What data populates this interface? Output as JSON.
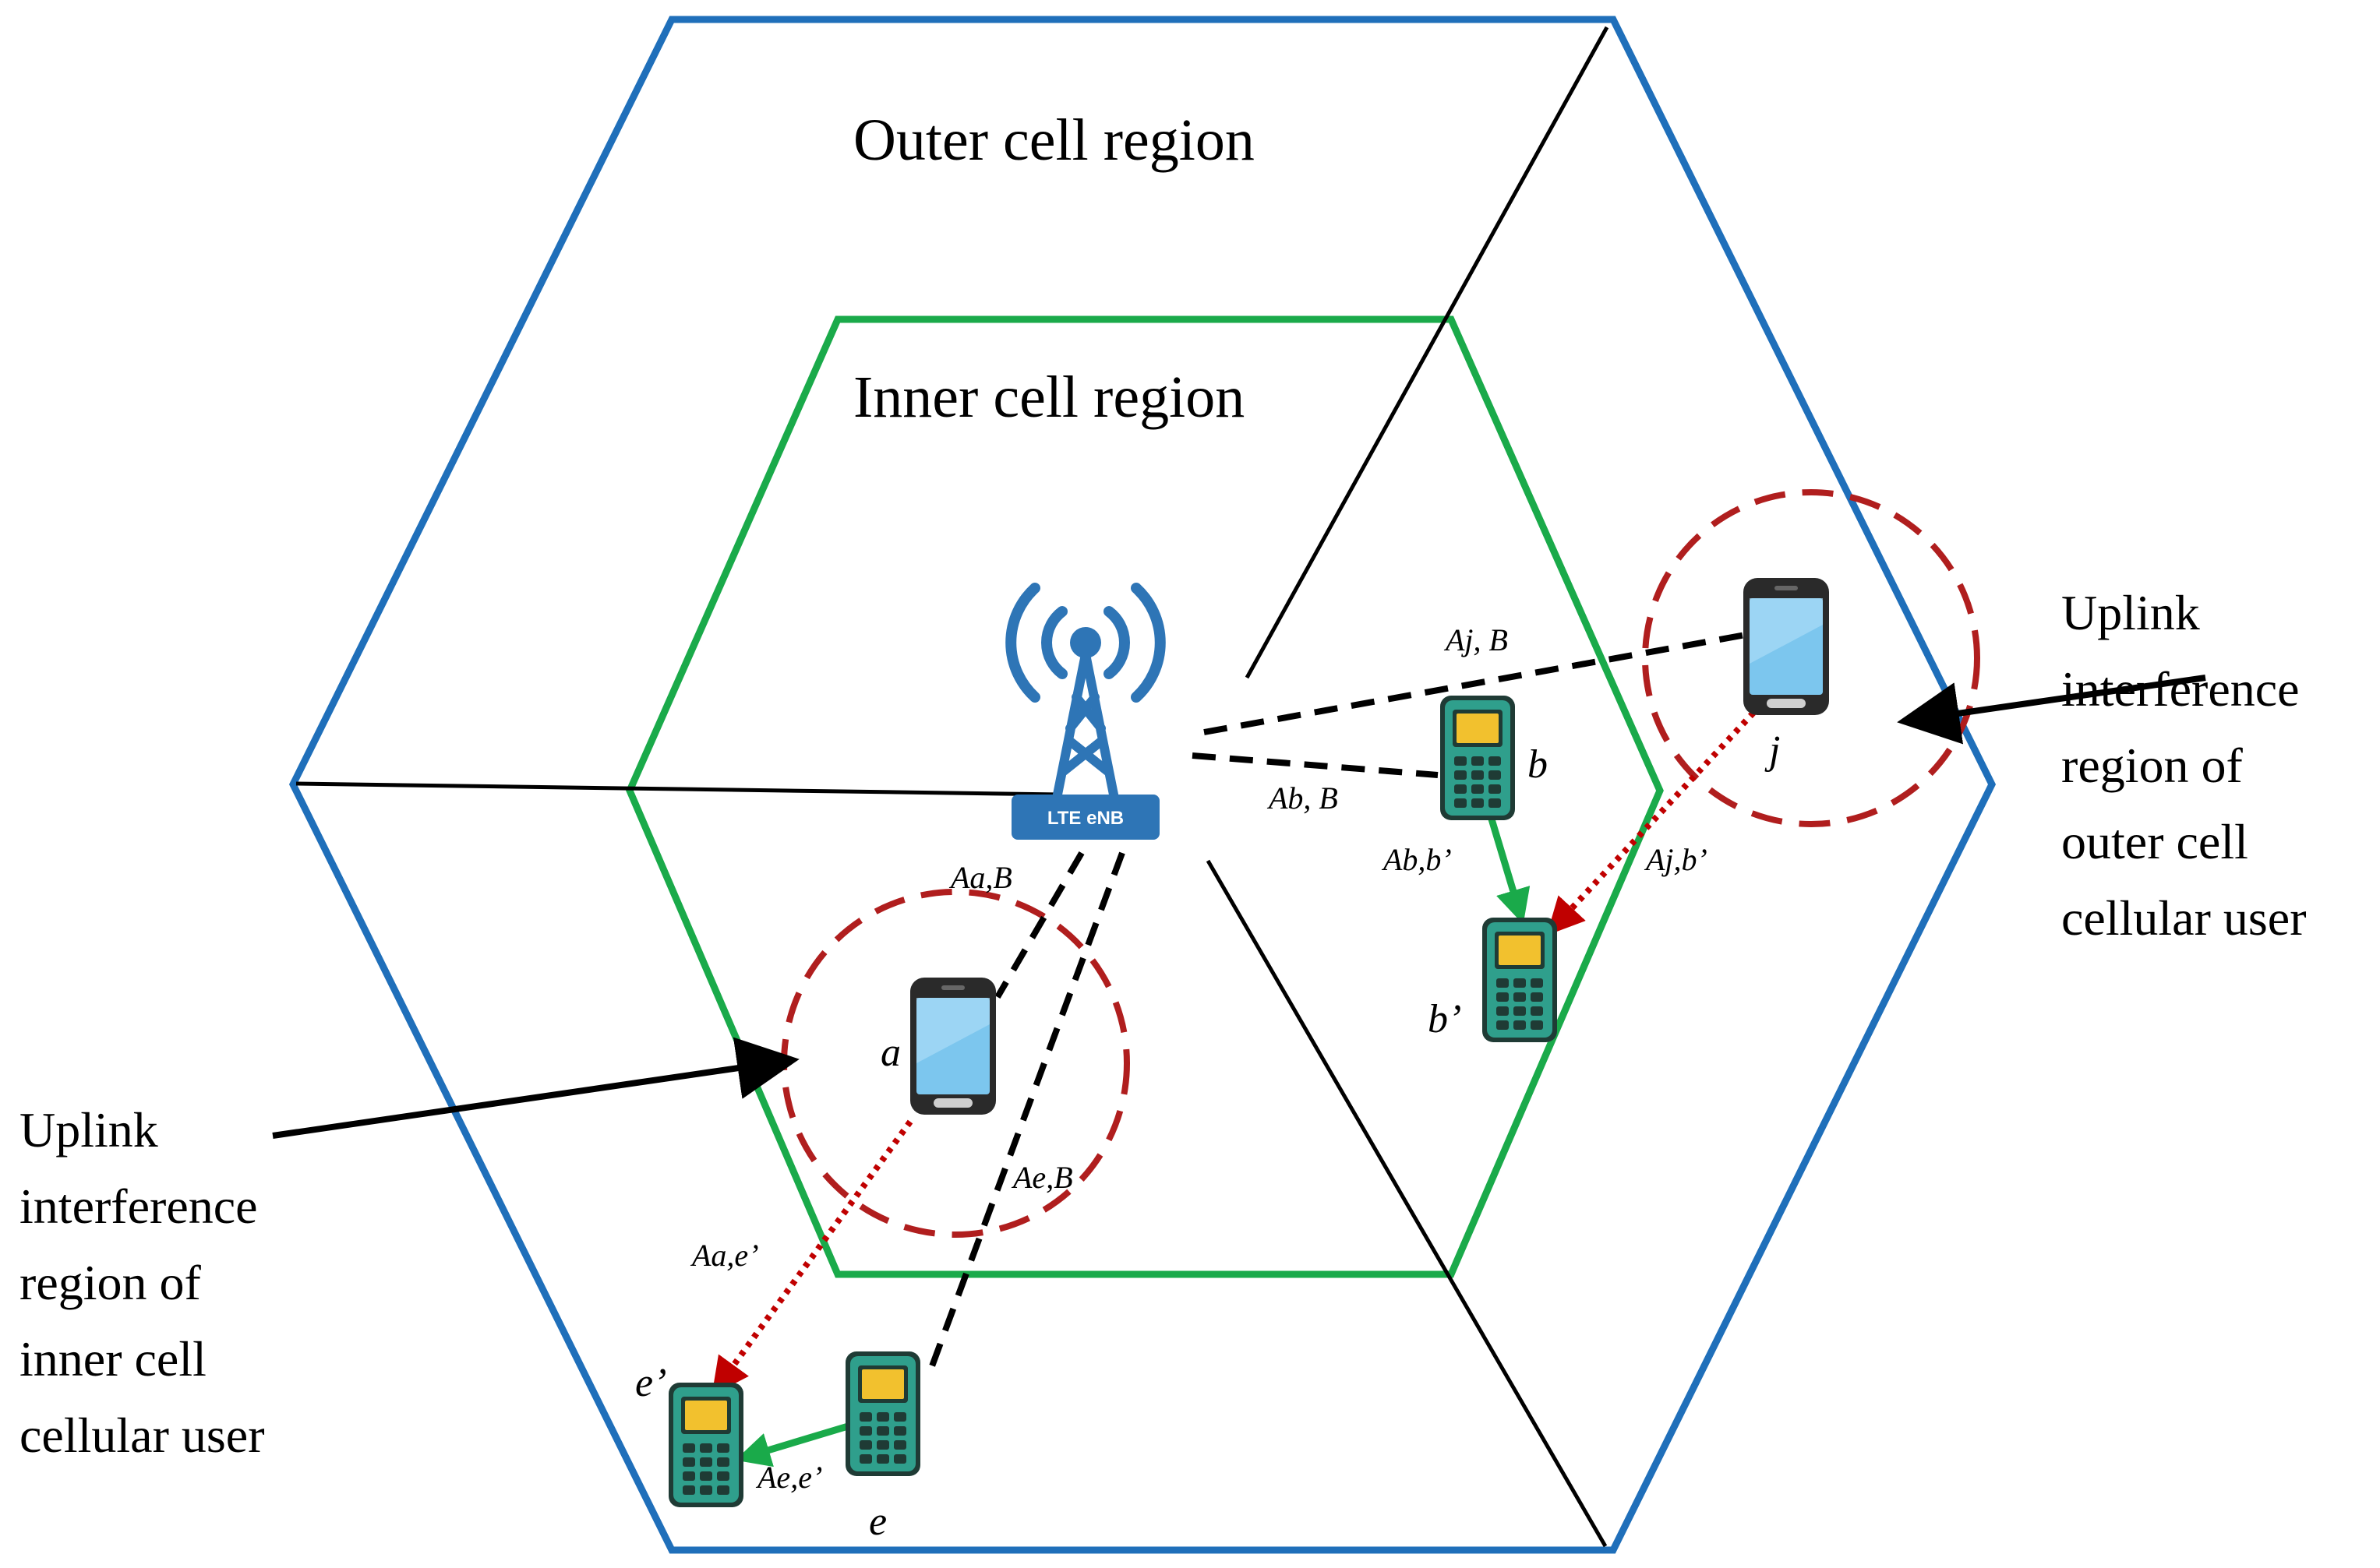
{
  "regions": {
    "outer": "Outer cell region",
    "inner": "Inner cell region"
  },
  "base_station": {
    "label": "LTE eNB",
    "icon": "antenna-tower-icon",
    "color": "#2e75b6"
  },
  "colors": {
    "outer_hexagon": "#1f6fba",
    "inner_hexagon": "#1aaa4a",
    "interference_circle": "#b01e1e",
    "interference_link": "#c00000",
    "d2d_link": "#1aaa4a",
    "cellular_link": "#000000"
  },
  "nodes": {
    "a": "a",
    "b": "b",
    "b_prime": "b’",
    "e": "e",
    "e_prime": "e’",
    "j": "j"
  },
  "links": {
    "aj_b": "Aj, B",
    "ab_b": "Ab, B",
    "ab_bp": "Ab,b’",
    "aj_bp": "Aj,b’",
    "aa_b": "Aa,B",
    "ae_b": "Ae,B",
    "aa_ep": "Aa,e’",
    "ae_ep": "Ae,e’"
  },
  "annotations": {
    "outer_user": [
      "Uplink",
      "interference",
      "region of",
      "outer cell",
      "cellular user"
    ],
    "inner_user": [
      "Uplink",
      "interference",
      "region of",
      "inner cell",
      "cellular user"
    ]
  }
}
